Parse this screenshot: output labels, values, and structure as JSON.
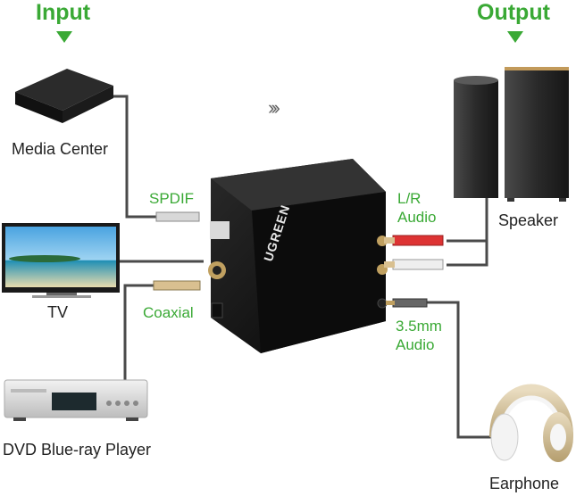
{
  "headers": {
    "input": "Input",
    "output": "Output"
  },
  "flow_symbol": "›››",
  "devices": {
    "media_center": "Media Center",
    "tv": "TV",
    "dvd": "DVD Blue-ray Player",
    "speaker": "Speaker",
    "earphone": "Earphone"
  },
  "ports": {
    "spdif": "SPDIF",
    "coaxial": "Coaxial",
    "lr_audio_1": "L/R",
    "lr_audio_2": "Audio",
    "mm_1": "3.5mm",
    "mm_2": "Audio"
  },
  "converter": {
    "brand": "UGREEN"
  },
  "colors": {
    "accent_green": "#3aa935",
    "cable": "#4a4a4a",
    "device_black": "#141414"
  }
}
